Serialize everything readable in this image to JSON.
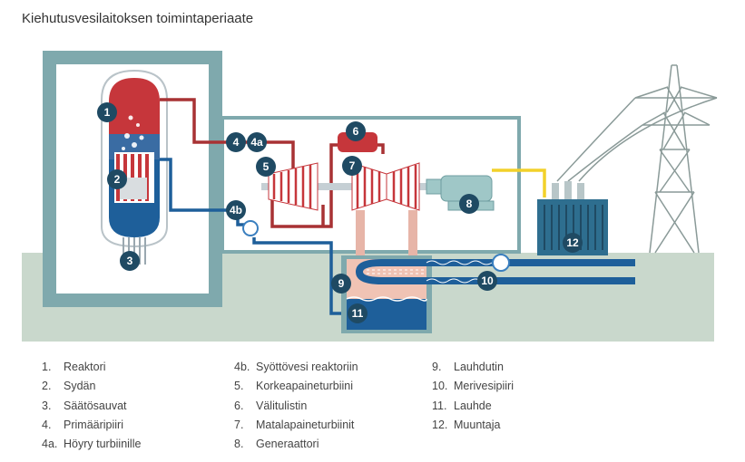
{
  "title": "Kiehutusvesilaitoksen toimintaperiaate",
  "colors": {
    "primary_loop": "#a83234",
    "feed_water": "#1e5f9a",
    "sea_water": "#1e5f9a",
    "building": "#7fa9ad",
    "ground": "#c9d8cc",
    "marker": "#1f4a63",
    "power_line": "#f2d12a"
  },
  "markers": {
    "m1": "1",
    "m2": "2",
    "m3": "3",
    "m4": "4",
    "m4a": "4a",
    "m4b": "4b",
    "m5": "5",
    "m6": "6",
    "m7": "7",
    "m8": "8",
    "m9": "9",
    "m10": "10",
    "m11": "11",
    "m12": "12"
  },
  "legend": {
    "col1": [
      {
        "num": "1.",
        "label": "Reaktori"
      },
      {
        "num": "2.",
        "label": "Sydän"
      },
      {
        "num": "3.",
        "label": "Säätösauvat"
      },
      {
        "num": "4.",
        "label": "Primääripiiri"
      },
      {
        "num": "4a.",
        "label": "Höyry turbiinille"
      }
    ],
    "col2": [
      {
        "num": "4b.",
        "label": "Syöttövesi reaktoriin"
      },
      {
        "num": "5.",
        "label": "Korkeapaineturbiini"
      },
      {
        "num": "6.",
        "label": "Välitulistin"
      },
      {
        "num": "7.",
        "label": "Matalapaineturbiinit"
      },
      {
        "num": "8.",
        "label": "Generaattori"
      }
    ],
    "col3": [
      {
        "num": "9.",
        "label": "Lauhdutin"
      },
      {
        "num": "10.",
        "label": "Merivesipiiri"
      },
      {
        "num": "11.",
        "label": "Lauhde"
      },
      {
        "num": "12.",
        "label": "Muuntaja"
      }
    ]
  }
}
